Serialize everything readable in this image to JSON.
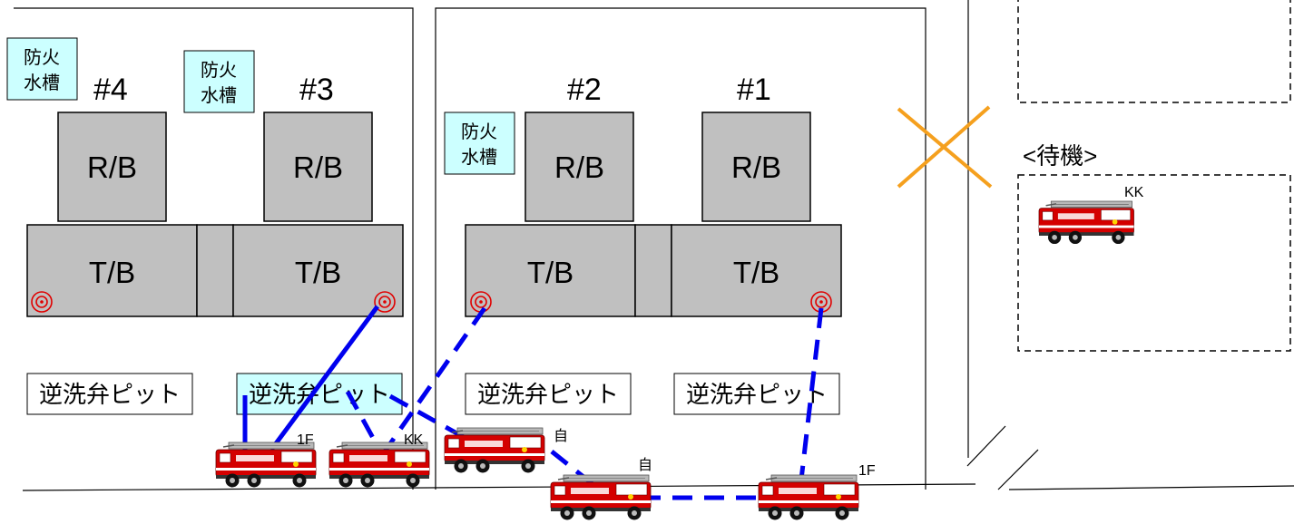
{
  "units": [
    {
      "id": "4",
      "label": "#4"
    },
    {
      "id": "3",
      "label": "#3"
    },
    {
      "id": "2",
      "label": "#2"
    },
    {
      "id": "1",
      "label": "#1"
    }
  ],
  "buildings": {
    "reactor": "R/B",
    "turbine": "T/B"
  },
  "fire_water_tank": {
    "line1": "防火",
    "line2": "水槽"
  },
  "backwash_pit": "逆洗弁ピット",
  "standby_area": {
    "label": "<待機>"
  },
  "truck_labels": {
    "t1": "1F",
    "t2": "KK",
    "t3": "自",
    "t4": "自",
    "t5": "1F",
    "standby": "KK"
  },
  "colors": {
    "building_fill": "#c0c0c0",
    "tank_fill": "#ccffff",
    "hose": "#0000ee",
    "blocked_x": "#f5a01e",
    "intake_marker": "#e00000",
    "truck_red": "#d40000"
  }
}
